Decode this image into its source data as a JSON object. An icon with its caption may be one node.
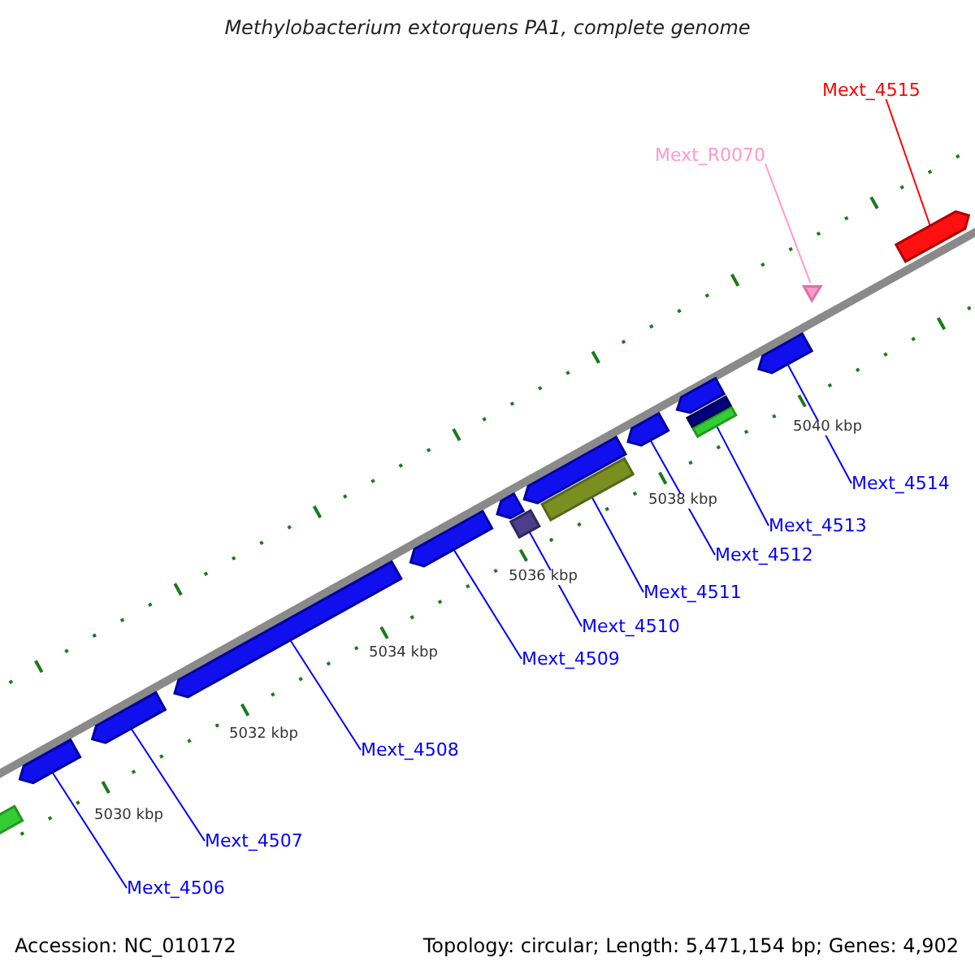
{
  "diagram": {
    "title": "Methylobacterium extorquens PA1, complete genome",
    "nodes": [
      {
        "text": [
          "Mext_4515"
        ]
      },
      {
        "text": [
          "Mext_R0070"
        ]
      },
      {
        "text": [
          "Mext_4514"
        ]
      },
      {
        "text": [
          "Mext_4513"
        ]
      },
      {
        "text": [
          "Mext_4512"
        ]
      },
      {
        "text": [
          "Mext_4511"
        ]
      },
      {
        "text": [
          "Mext_4510"
        ]
      },
      {
        "text": [
          "Mext_4509"
        ]
      },
      {
        "text": [
          "Mext_4508"
        ]
      },
      {
        "text": [
          "Mext_4507"
        ]
      },
      {
        "text": [
          "Mext_4506"
        ]
      },
      {
        "text": [],
        "shape": "pentagon"
      },
      {
        "text": [],
        "shape": "triangle"
      },
      {
        "text": [],
        "shape": "pentagon"
      },
      {
        "text": [],
        "shape": "bar"
      },
      {
        "text": [],
        "shape": "pentagon"
      },
      {
        "text": [],
        "shape": "bar"
      },
      {
        "text": [],
        "shape": "bar"
      },
      {
        "text": [],
        "shape": "pentagon"
      },
      {
        "text": [],
        "shape": "pentagon"
      },
      {
        "text": [],
        "shape": "pentagon"
      },
      {
        "text": [],
        "shape": "pentagon"
      }
    ],
    "edges": [
      {
        "from": 0,
        "to": 11,
        "arrow": "none",
        "color": "#ff0000"
      },
      {
        "from": 1,
        "to": 12,
        "arrow": "none",
        "color": "#ff99cc"
      },
      {
        "from": 2,
        "to": 13,
        "arrow": "none"
      },
      {
        "from": 3,
        "to": 14,
        "arrow": "none"
      },
      {
        "from": 4,
        "to": 15,
        "arrow": "none"
      },
      {
        "from": 5,
        "to": 16,
        "arrow": "none"
      },
      {
        "from": 6,
        "to": 17,
        "arrow": "none"
      },
      {
        "from": 7,
        "to": 18,
        "arrow": "none"
      },
      {
        "from": 8,
        "to": 19,
        "arrow": "none"
      },
      {
        "from": 9,
        "to": 20,
        "arrow": "none"
      },
      {
        "from": 10,
        "to": 21,
        "arrow": "none"
      }
    ],
    "labels": [
      "5040 kbp",
      "5038 kbp",
      "5036 kbp",
      "5034 kbp",
      "5032 kbp",
      "5030 kbp",
      "Accession: NC_010172",
      "Topology: circular; Length: 5,471,154 bp; Genes: 4,902"
    ]
  }
}
